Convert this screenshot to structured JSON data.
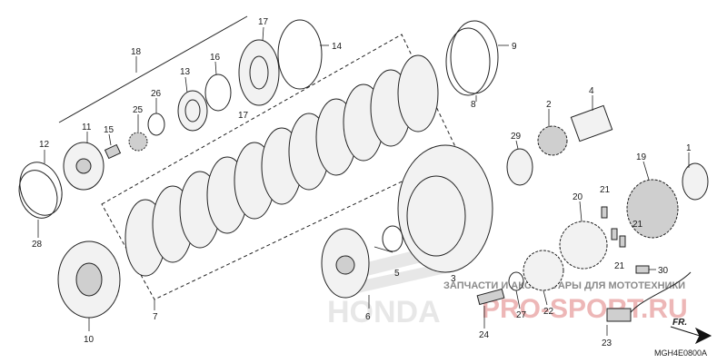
{
  "diagram": {
    "code": "MGH4E0800A",
    "fr_arrow_label": "FR.",
    "callouts": [
      {
        "id": "p1",
        "label": "1"
      },
      {
        "id": "p2",
        "label": "2"
      },
      {
        "id": "p3",
        "label": "3"
      },
      {
        "id": "p4",
        "label": "4"
      },
      {
        "id": "p5",
        "label": "5"
      },
      {
        "id": "p6",
        "label": "6"
      },
      {
        "id": "p7",
        "label": "7"
      },
      {
        "id": "p8",
        "label": "8"
      },
      {
        "id": "p9",
        "label": "9"
      },
      {
        "id": "p10",
        "label": "10"
      },
      {
        "id": "p11",
        "label": "11"
      },
      {
        "id": "p12",
        "label": "12"
      },
      {
        "id": "p13",
        "label": "13"
      },
      {
        "id": "p14",
        "label": "14"
      },
      {
        "id": "p15",
        "label": "15"
      },
      {
        "id": "p16",
        "label": "16"
      },
      {
        "id": "p17a",
        "label": "17"
      },
      {
        "id": "p17b",
        "label": "17"
      },
      {
        "id": "p18",
        "label": "18"
      },
      {
        "id": "p19",
        "label": "19"
      },
      {
        "id": "p20",
        "label": "20"
      },
      {
        "id": "p21a",
        "label": "21"
      },
      {
        "id": "p21b",
        "label": "21"
      },
      {
        "id": "p21c",
        "label": "21"
      },
      {
        "id": "p22",
        "label": "22"
      },
      {
        "id": "p23",
        "label": "23"
      },
      {
        "id": "p24",
        "label": "24"
      },
      {
        "id": "p25",
        "label": "25"
      },
      {
        "id": "p26",
        "label": "26"
      },
      {
        "id": "p27",
        "label": "27"
      },
      {
        "id": "p28",
        "label": "28"
      },
      {
        "id": "p29",
        "label": "29"
      },
      {
        "id": "p30",
        "label": "30"
      }
    ]
  },
  "watermark": {
    "caption": "ЗАПЧАСТИ И АКСЕССУАРЫ ДЛЯ МОТОТЕХНИКИ",
    "brand": "PRO-SPORT.RU",
    "logo_text": "HONDA"
  }
}
